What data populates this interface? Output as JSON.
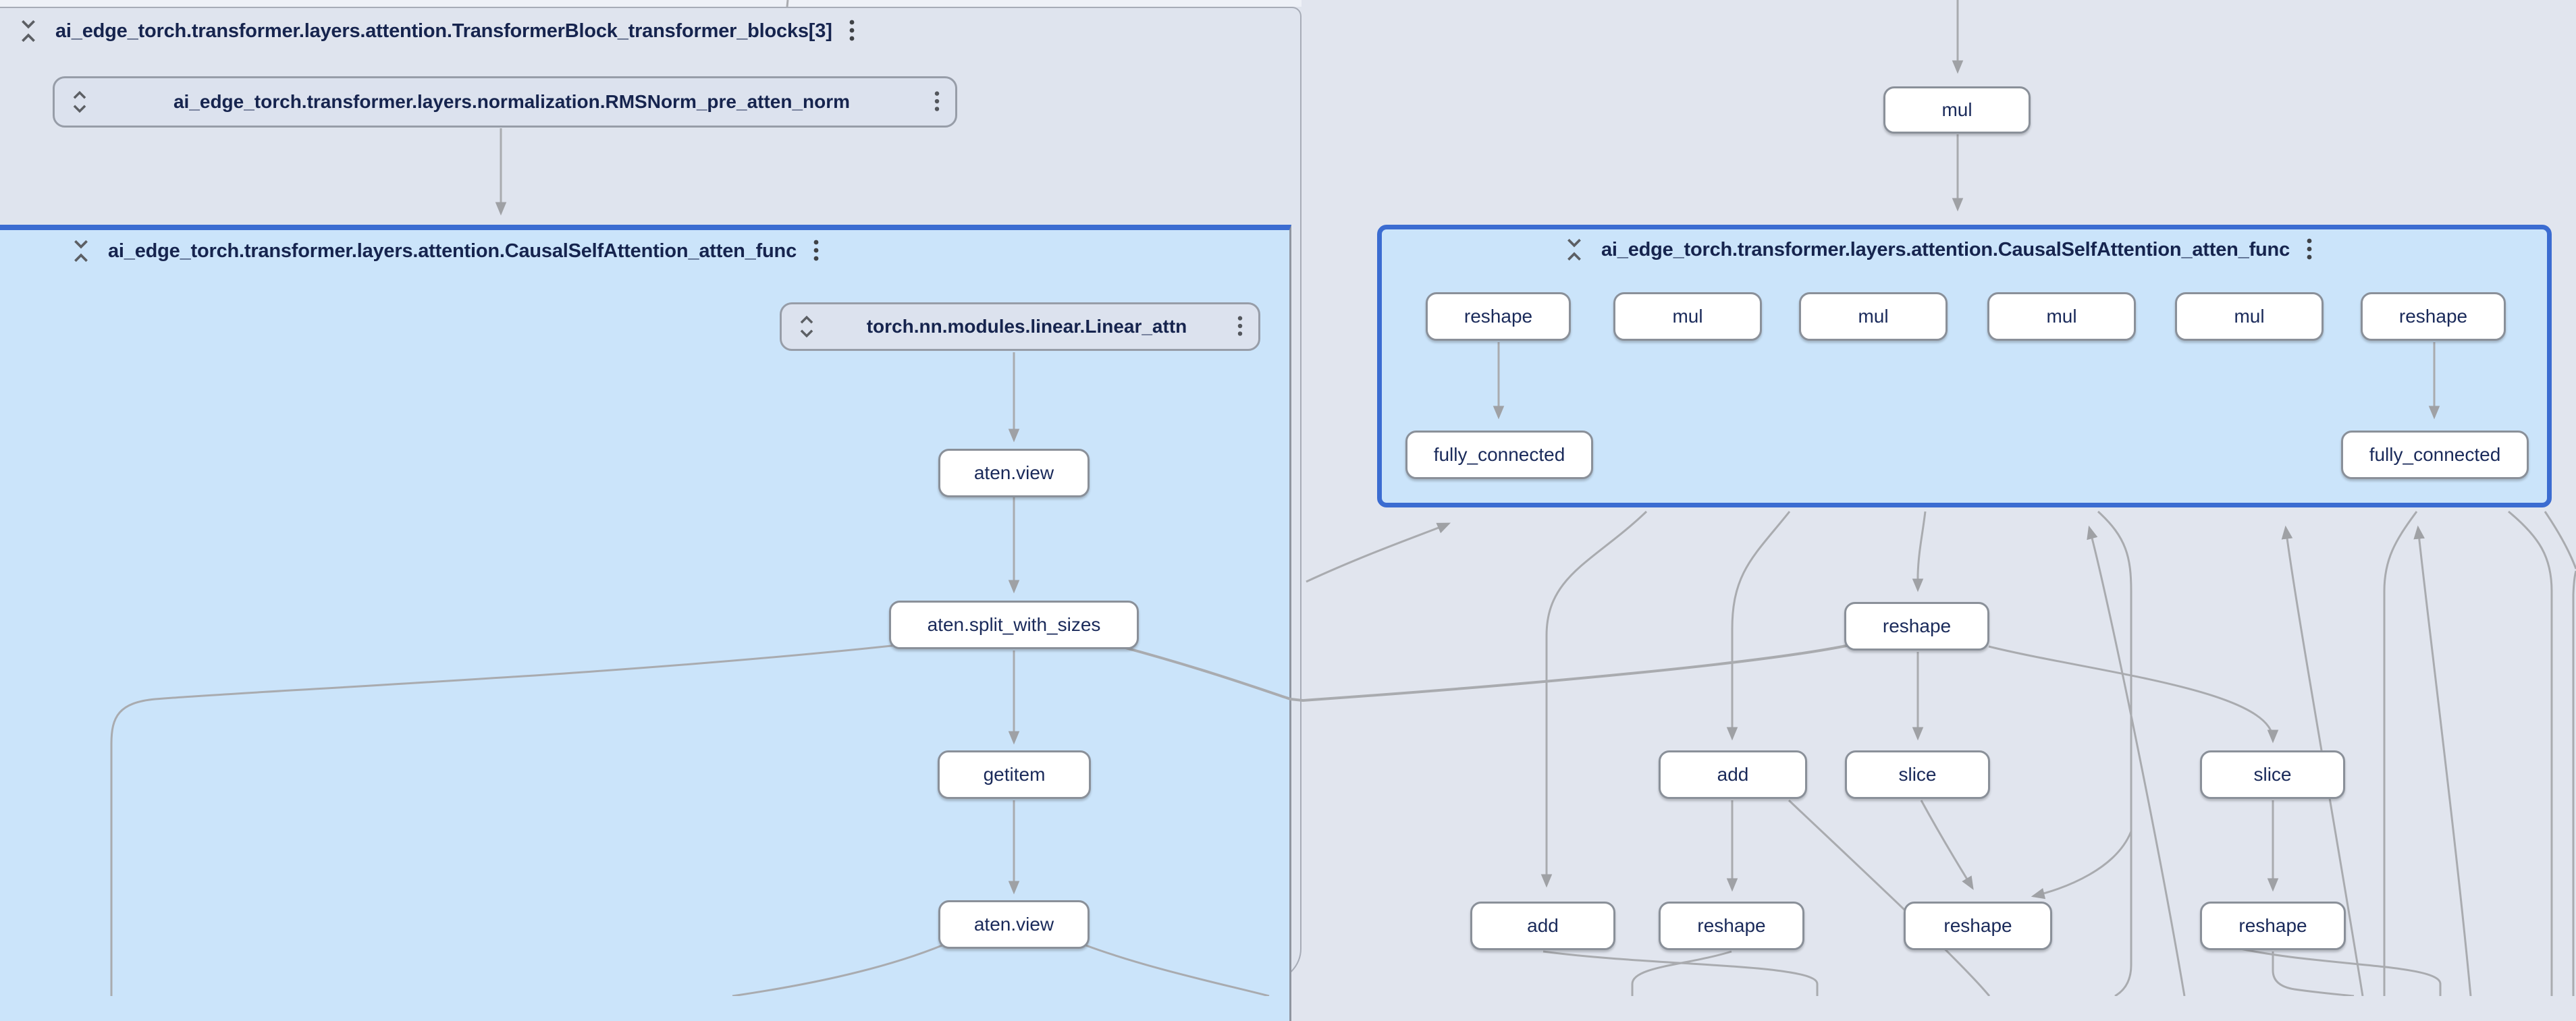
{
  "left": {
    "tb_title": "ai_edge_torch.transformer.layers.attention.TransformerBlock_transformer_blocks[3]",
    "rmsnorm_label": "ai_edge_torch.transformer.layers.normalization.RMSNorm_pre_atten_norm",
    "attn_title": "ai_edge_torch.transformer.layers.attention.CausalSelfAttention_atten_func",
    "linear_label": "torch.nn.modules.linear.Linear_attn",
    "ops": {
      "view1": "aten.view",
      "split": "aten.split_with_sizes",
      "getitem": "getitem",
      "view2": "aten.view"
    }
  },
  "right": {
    "mul_top": "mul",
    "attn_title": "ai_edge_torch.transformer.layers.attention.CausalSelfAttention_atten_func",
    "row1": [
      "reshape",
      "mul",
      "mul",
      "mul",
      "mul",
      "reshape"
    ],
    "fc_left": "fully_connected",
    "fc_right": "fully_connected",
    "mid": {
      "reshape": "reshape",
      "add": "add",
      "slice_left": "slice",
      "slice_right": "slice"
    },
    "bottom": {
      "add": "add",
      "reshape1": "reshape",
      "reshape2": "reshape",
      "reshape3": "reshape"
    }
  },
  "colors": {
    "selected_border": "#3b6cd1",
    "group_fill": "#cbe4fa",
    "container_fill": "#dfe4ee",
    "node_fill": "#ffffff",
    "node_border": "#8a9099",
    "node_text": "#1a2a5a",
    "title_text": "#16244e",
    "edge": "#a9abaf"
  }
}
